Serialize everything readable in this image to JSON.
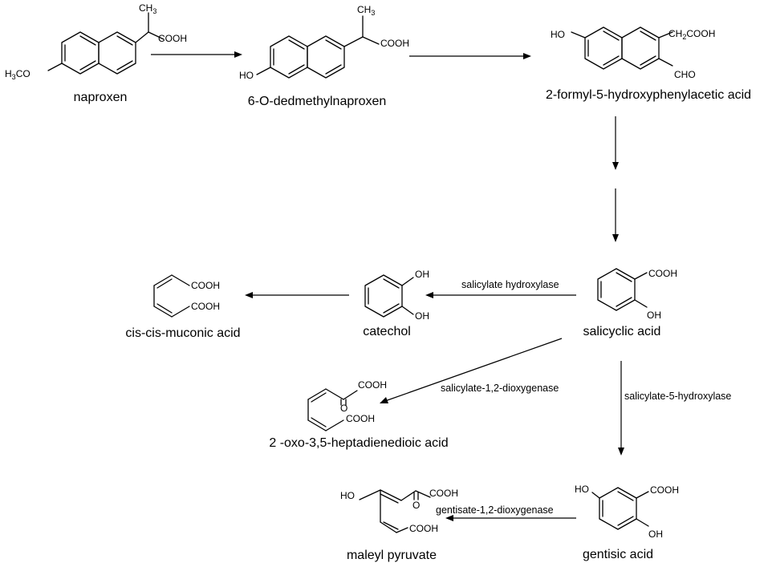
{
  "compounds": {
    "naproxen": "naproxen",
    "desmethyl": "6-O-dedmethylnaproxen",
    "formyl": "2-formyl-5-hydroxyphenylacetic acid",
    "salicylic": "salicyclic acid",
    "catechol": "catechol",
    "muconic": "cis-cis-muconic acid",
    "heptadienedioic": "2 -oxo-3,5-heptadienedioic acid",
    "gentisic": "gentisic acid",
    "maleyl": "maleyl pyruvate"
  },
  "enzymes": {
    "salicylate_hydroxylase": "salicylate hydroxylase",
    "salicylate_12_dioxygenase": "salicylate-1,2-dioxygenase",
    "salicylate_5_hydroxylase": "salicylate-5-hydroxylase",
    "gentisate_12_dioxygenase": "gentisate-1,2-dioxygenase"
  },
  "atoms": {
    "ch3": "CH",
    "ch3_sub": "3",
    "cooh": "COOH",
    "h3co_h": "H",
    "h3co_sub": "3",
    "h3co_co": "CO",
    "ho": "HO",
    "oh": "OH",
    "ch2cooh_ch": "CH",
    "ch2cooh_sub": "2",
    "ch2cooh_cooh": "COOH",
    "cho": "CHO",
    "o": "O"
  }
}
